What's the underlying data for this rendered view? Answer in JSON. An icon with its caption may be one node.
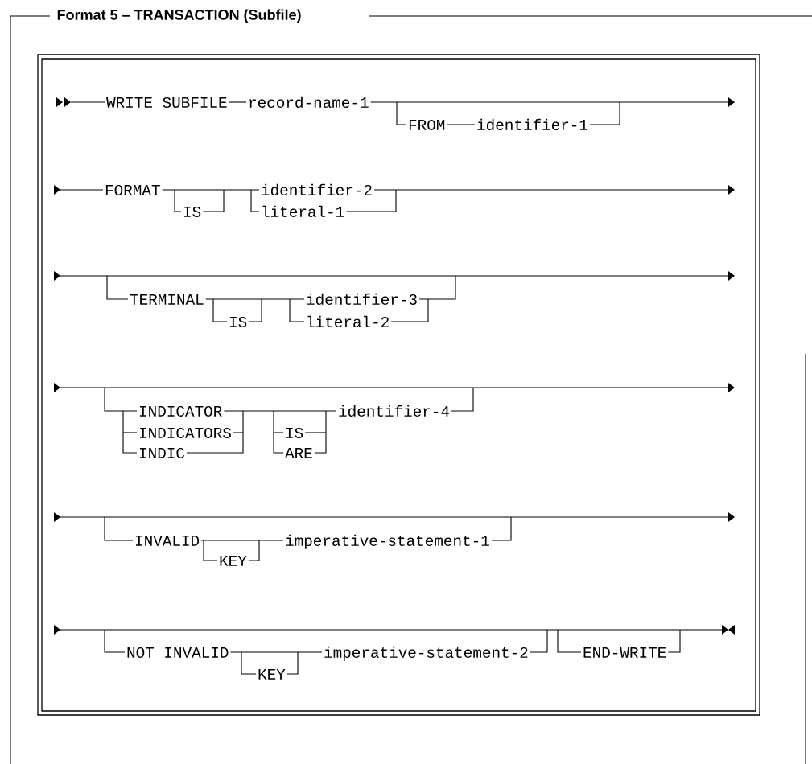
{
  "diagram": {
    "title": "Format 5 – TRANSACTION (Subfile)",
    "labels": [
      "WRITE SUBFILE",
      "record-name-1",
      "FROM",
      "identifier-1",
      "FORMAT",
      "IS",
      "identifier-2",
      "literal-1",
      "TERMINAL",
      "IS",
      "identifier-3",
      "literal-2",
      "INDICATOR",
      "INDICATORS",
      "INDIC",
      "IS",
      "ARE",
      "identifier-4",
      "INVALID",
      "KEY",
      "imperative-statement-1",
      "NOT INVALID",
      "KEY",
      "imperative-statement-2",
      "END-WRITE"
    ]
  }
}
